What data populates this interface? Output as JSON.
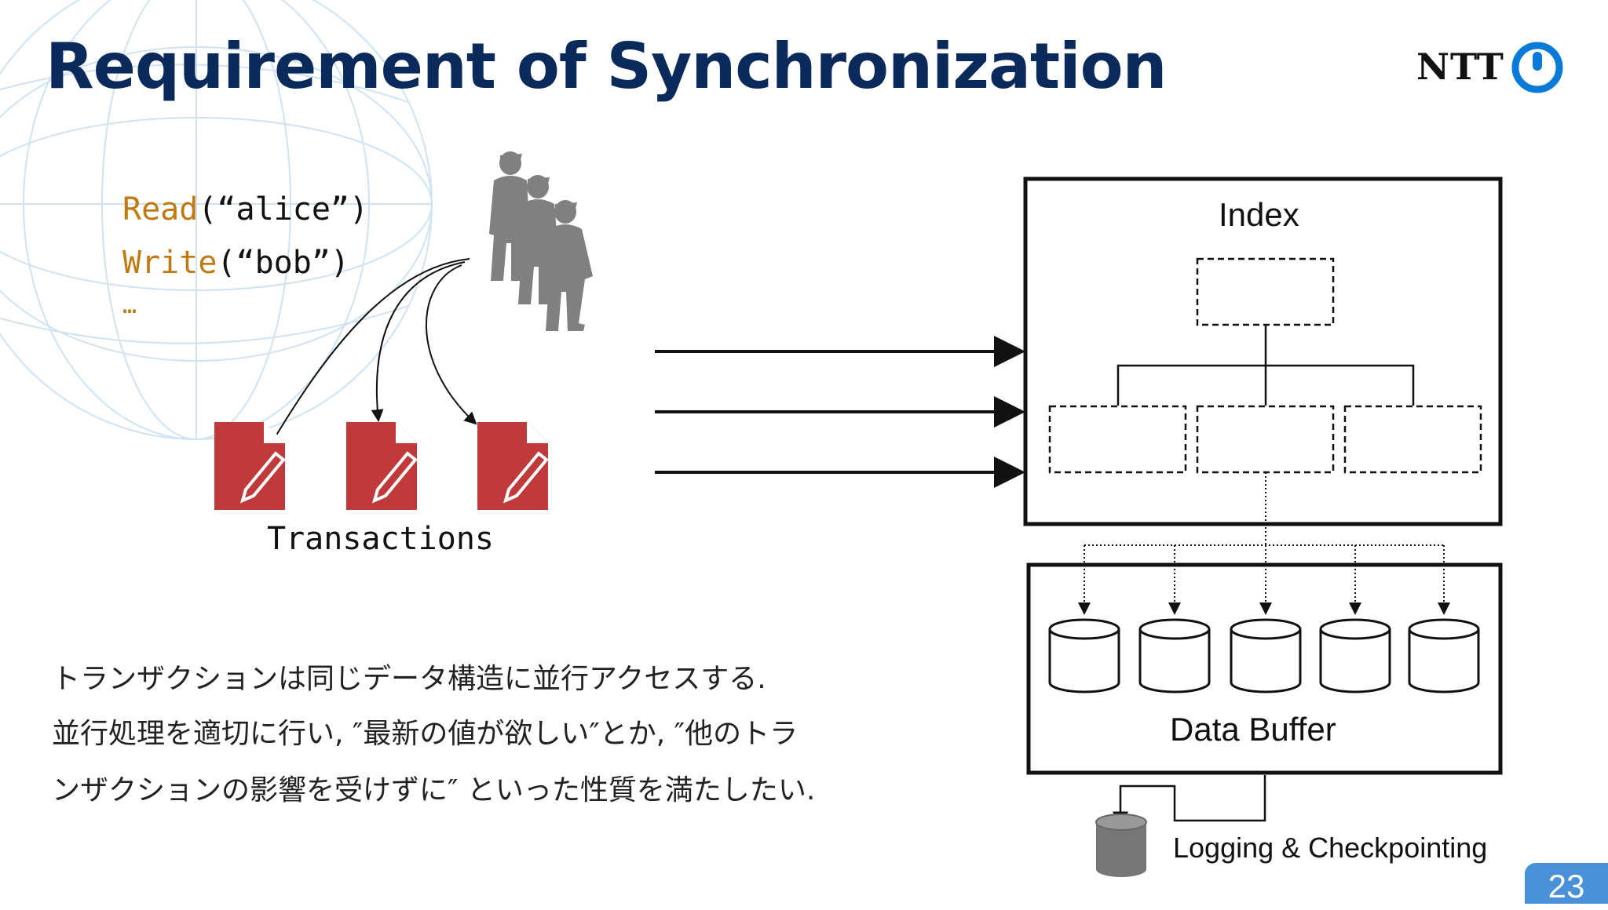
{
  "title": "Requirement of Synchronization",
  "logo": {
    "text": "NTT"
  },
  "code": {
    "line1_fn": "Read",
    "line1_args": "(“alice”)",
    "line2_fn": "Write",
    "line2_args": "(“bob”)",
    "line3": "…"
  },
  "transactions_label": "Transactions",
  "index_label": "Index",
  "data_buffer_label": "Data Buffer",
  "logging_label": "Logging & Checkpointing",
  "description": {
    "line1": "トランザクションは同じデータ構造に並行アクセスする.",
    "line2": "並行処理を適切に行い, ″最新の値が欲しい″とか, ″他のトラ",
    "line3": "ンザクションの影響を受けずに″ といった性質を満たしたい."
  },
  "page_number": "23",
  "colors": {
    "title": "#0b2a5c",
    "code_keyword": "#c07a12",
    "transaction_doc": "#c0393b",
    "worker": "#808080",
    "logo_blue": "#0a7ad8",
    "page_badge": "#4a90d9"
  }
}
